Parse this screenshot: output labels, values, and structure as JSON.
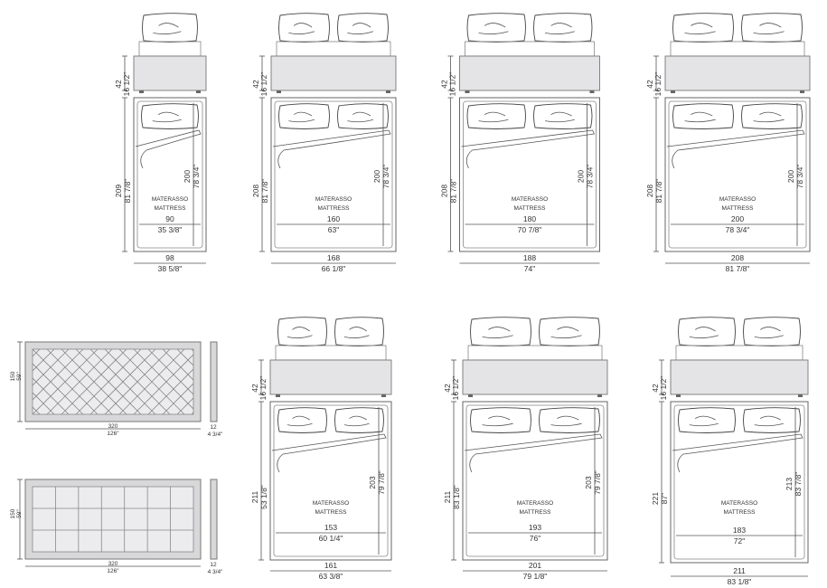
{
  "mattress_label_it": "MATERASSO",
  "mattress_label_en": "MATTRESS",
  "beds": [
    {
      "base_h_cm": "42",
      "base_h_in": "16 1/2\"",
      "total_len_cm": "209",
      "total_len_in": "81 7/8\"",
      "matt_len_cm": "200",
      "matt_len_in": "78 3/4\"",
      "matt_w_cm": "90",
      "matt_w_in": "35 3/8\"",
      "total_w_cm": "98",
      "total_w_in": "38 5/8\""
    },
    {
      "base_h_cm": "42",
      "base_h_in": "16 1/2\"",
      "total_len_cm": "208",
      "total_len_in": "81 7/8\"",
      "matt_len_cm": "200",
      "matt_len_in": "78 3/4\"",
      "matt_w_cm": "160",
      "matt_w_in": "63\"",
      "total_w_cm": "168",
      "total_w_in": "66 1/8\""
    },
    {
      "base_h_cm": "42",
      "base_h_in": "16 1/2\"",
      "total_len_cm": "208",
      "total_len_in": "81 7/8\"",
      "matt_len_cm": "200",
      "matt_len_in": "78 3/4\"",
      "matt_w_cm": "180",
      "matt_w_in": "70 7/8\"",
      "total_w_cm": "188",
      "total_w_in": "74\""
    },
    {
      "base_h_cm": "42",
      "base_h_in": "16 1/2\"",
      "total_len_cm": "208",
      "total_len_in": "81 7/8\"",
      "matt_len_cm": "200",
      "matt_len_in": "78 3/4\"",
      "matt_w_cm": "200",
      "matt_w_in": "78 3/4\"",
      "total_w_cm": "208",
      "total_w_in": "81 7/8\""
    },
    {
      "base_h_cm": "42",
      "base_h_in": "16 1/2\"",
      "total_len_cm": "211",
      "total_len_in": "53 1/8\"",
      "matt_len_cm": "203",
      "matt_len_in": "79 7/8\"",
      "matt_w_cm": "153",
      "matt_w_in": "60 1/4\"",
      "total_w_cm": "161",
      "total_w_in": "63 3/8\""
    },
    {
      "base_h_cm": "42",
      "base_h_in": "16 1/2\"",
      "total_len_cm": "211",
      "total_len_in": "83 1/8\"",
      "matt_len_cm": "203",
      "matt_len_in": "79 7/8\"",
      "matt_w_cm": "193",
      "matt_w_in": "76\"",
      "total_w_cm": "201",
      "total_w_in": "79 1/8\""
    },
    {
      "base_h_cm": "42",
      "base_h_in": "16 1/2\"",
      "total_len_cm": "221",
      "total_len_in": "87\"",
      "matt_len_cm": "213",
      "matt_len_in": "83 7/8\"",
      "matt_w_cm": "183",
      "matt_w_in": "72\"",
      "total_w_cm": "211",
      "total_w_in": "83 1/8\""
    }
  ],
  "headboards": [
    {
      "style": "diamond-tufted",
      "height_cm": "150",
      "height_in": "59\"",
      "width_cm": "320",
      "width_in": "126\"",
      "depth_cm": "12",
      "depth_in": "4 3/4\""
    },
    {
      "style": "square-panel",
      "height_cm": "150",
      "height_in": "59\"",
      "width_cm": "320",
      "width_in": "126\"",
      "depth_cm": "12",
      "depth_in": "4 3/4\""
    }
  ]
}
